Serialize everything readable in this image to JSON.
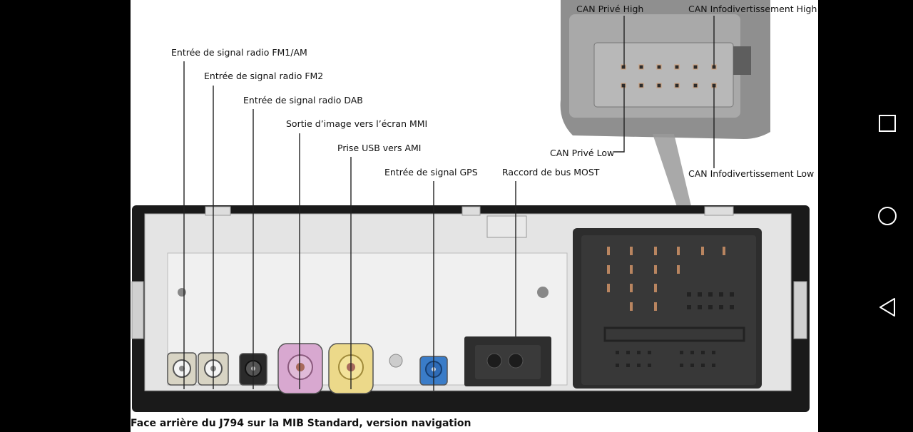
{
  "labels": {
    "fm1_am": "Entrée de signal radio FM1/AM",
    "fm2": "Entrée de signal radio FM2",
    "dab": "Entrée de signal radio DAB",
    "mmi": "Sortie d’image vers l’écran MMI",
    "usb": "Prise USB vers AMI",
    "gps": "Entrée de signal GPS",
    "most": "Raccord de bus MOST",
    "can_prive_high": "CAN Privé High",
    "can_info_high": "CAN Infodivertissement High",
    "can_prive_low": "CAN Privé Low",
    "can_info_low": "CAN Infodivertissement Low"
  },
  "caption": "Face arrière du J794 sur la MIB Standard, version navigation",
  "connector_colors": {
    "fm": "#d8d4c4",
    "dab": "#2a2a2a",
    "mmi": "#d8a8d0",
    "usb": "#ecd98a",
    "gps": "#3a7cc8"
  },
  "navbar": {
    "recents_icon": "square-icon",
    "home_icon": "circle-icon",
    "back_icon": "triangle-back-icon"
  }
}
